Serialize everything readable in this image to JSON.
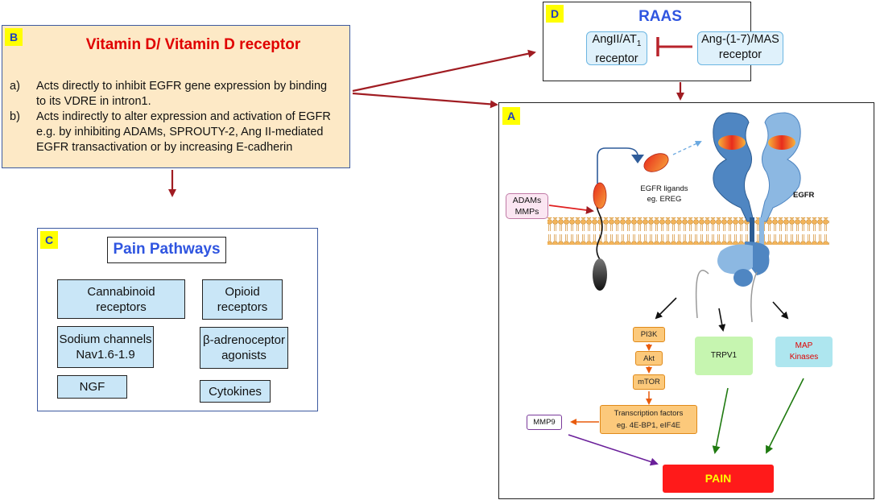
{
  "panel_b": {
    "tag": "B",
    "title": "Vitamin D/ Vitamin D receptor",
    "items": [
      {
        "letter": "a)",
        "line1": "Acts directly to inhibit EGFR gene expression by binding",
        "line2": "to its VDRE  in intron1."
      },
      {
        "letter": "b)",
        "line1": "Acts indirectly to alter expression and activation of EGFR",
        "line2": "e.g. by inhibiting ADAMs, SPROUTY-2, Ang II-mediated",
        "line3": "EGFR transactivation or by increasing E-cadherin"
      }
    ]
  },
  "panel_c": {
    "tag": "C",
    "title": "Pain Pathways",
    "boxes": [
      {
        "line1": "Cannabinoid",
        "line2": "receptors"
      },
      {
        "line1": "Opioid",
        "line2": "receptors"
      },
      {
        "line1": "Sodium channels",
        "line2": "Nav1.6-1.9"
      },
      {
        "line1": "β-adrenoceptor",
        "line2": "agonists"
      },
      {
        "line1": "NGF",
        "line2": ""
      },
      {
        "line1": "Cytokines",
        "line2": ""
      }
    ]
  },
  "panel_d": {
    "tag": "D",
    "title": "RAAS",
    "left_box": {
      "line1": "AngII/AT",
      "sub": "1",
      "line2": "receptor"
    },
    "right_box": {
      "line1": "Ang-(1-7)/MAS",
      "line2": "receptor"
    }
  },
  "panel_a": {
    "tag": "A",
    "adams": {
      "line1": "ADAMs",
      "line2": "MMPs"
    },
    "ligands": {
      "line1": "EGFR ligands",
      "line2": "eg. EREG"
    },
    "egfr_label": "EGFR",
    "pi3k": "PI3K",
    "akt": "Akt",
    "mtor": "mTOR",
    "transcription": {
      "line1": "Transcription factors",
      "line2": "eg. 4E-BP1, eIF4E"
    },
    "mmp9": "MMP9",
    "trpv1": "TRPV1",
    "map": {
      "line1": "MAP",
      "line2": "Kinases"
    },
    "pain": "PAIN"
  },
  "colors": {
    "b_title": "#e00000",
    "blue_title": "#2f55e0",
    "tag_bg": "#ffff00",
    "panel_b_bg": "#fde9c6",
    "box_blue": "#c9e6f7",
    "arrow_red": "#a01c22",
    "pain_red": "#ff1a1a",
    "pain_text": "#ffff00",
    "trpv1_bg": "#c6f5b0",
    "map_bg": "#aee6ef",
    "map_text": "#e00000",
    "green_arrow": "#1f7a10",
    "purple_arrow": "#6a1f9a",
    "orange_arrow": "#e85b0c"
  }
}
